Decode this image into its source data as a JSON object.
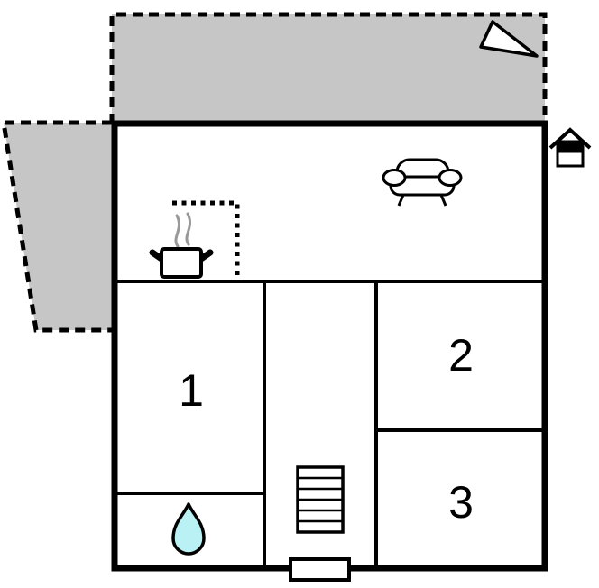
{
  "floor_plan": {
    "rooms": [
      {
        "name": "room-1",
        "label": "1"
      },
      {
        "name": "room-2",
        "label": "2"
      },
      {
        "name": "room-3",
        "label": "3"
      }
    ],
    "icons": {
      "north_arrow": "north-arrow",
      "entrance": "house-entrance",
      "sofa": "sofa",
      "stove": "cooking-pot-with-steam",
      "water": "water-drop",
      "stairs": "staircase",
      "entry_step": "entry-step",
      "counter": "kitchen-counter-dotted"
    },
    "colors": {
      "terrace": "#c6c6c6",
      "water_drop": "#b9f1f4",
      "steam": "#999999",
      "line": "#000000",
      "background": "#ffffff"
    }
  }
}
